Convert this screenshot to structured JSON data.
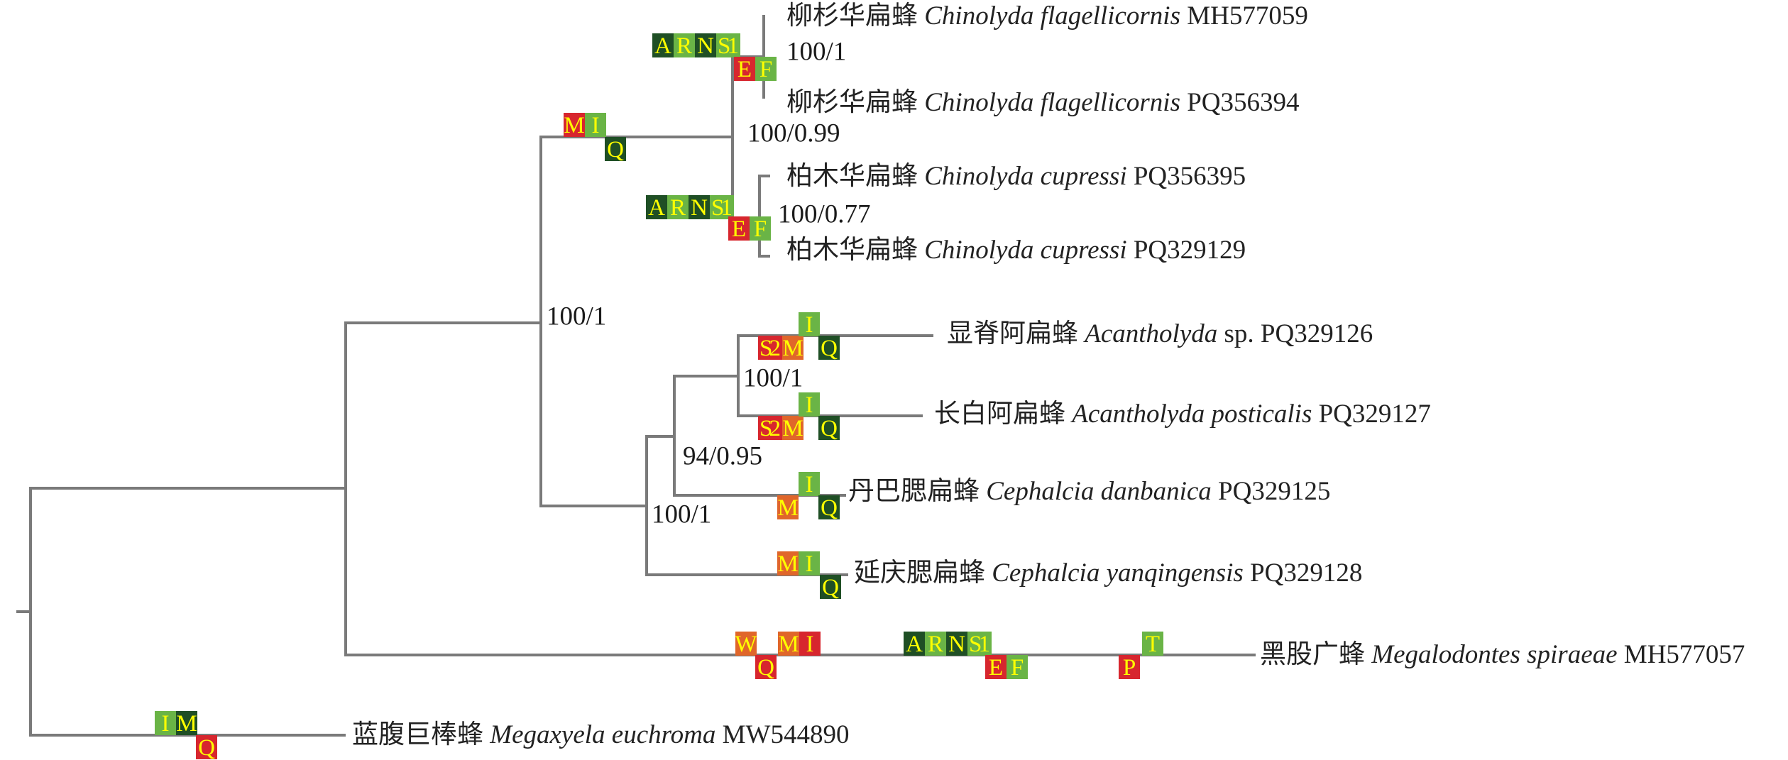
{
  "figure": {
    "type": "phylogenetic-tree",
    "state_colors": {
      "dark_green": "#1f4f25",
      "light_green": "#6ab446",
      "red": "#d7262e",
      "orange": "#e0662a",
      "text": "#ffff00",
      "branch": "#7a7a7a"
    }
  },
  "taxa": [
    {
      "id": "t1",
      "chinese": "柳杉华扁蜂",
      "latin": "Chinolyda flagellicornis",
      "accession": "MH577059"
    },
    {
      "id": "t2",
      "chinese": "柳杉华扁蜂",
      "latin": "Chinolyda flagellicornis",
      "accession": "PQ356394"
    },
    {
      "id": "t3",
      "chinese": "柏木华扁蜂",
      "latin": "Chinolyda cupressi",
      "accession": "PQ356395"
    },
    {
      "id": "t4",
      "chinese": "柏木华扁蜂",
      "latin": "Chinolyda cupressi",
      "accession": "PQ329129"
    },
    {
      "id": "t5",
      "chinese": "显脊阿扁蜂",
      "latin": "Acantholyda",
      "latin_suffix": "sp.",
      "accession": "PQ329126"
    },
    {
      "id": "t6",
      "chinese": "长白阿扁蜂",
      "latin": "Acantholyda posticalis",
      "accession": "PQ329127"
    },
    {
      "id": "t7",
      "chinese": "丹巴腮扁蜂",
      "latin": "Cephalcia danbanica",
      "accession": "PQ329125"
    },
    {
      "id": "t8",
      "chinese": "延庆腮扁蜂",
      "latin": "Cephalcia yanqingensis",
      "accession": "PQ329128"
    },
    {
      "id": "t9",
      "chinese": "黑股广蜂",
      "latin": "Megalodontes spiraeae",
      "accession": "MH577057"
    },
    {
      "id": "t10",
      "chinese": "蓝腹巨棒蜂",
      "latin": "Megaxyela euchroma",
      "accession": "MW544890"
    }
  ],
  "supports": [
    {
      "id": "s_flag",
      "text": "100/1"
    },
    {
      "id": "s_chinolyda",
      "text": "100/0.99"
    },
    {
      "id": "s_cupr",
      "text": "100/0.77"
    },
    {
      "id": "s_pamph",
      "text": "100/1"
    },
    {
      "id": "s_acanth",
      "text": "100/1"
    },
    {
      "id": "s_acanth_dan",
      "text": "94/0.95"
    },
    {
      "id": "s_acc",
      "text": "100/1"
    }
  ],
  "traits": [
    {
      "id": "flag_top",
      "label": "A",
      "state": "dark_green"
    },
    {
      "id": "flag_top",
      "label": "R",
      "state": "light_green"
    },
    {
      "id": "flag_top",
      "label": "N",
      "state": "dark_green"
    },
    {
      "id": "flag_top",
      "label": "S1",
      "state": "light_green"
    },
    {
      "id": "flag_bot",
      "label": "E",
      "state": "red"
    },
    {
      "id": "flag_bot",
      "label": "F",
      "state": "light_green"
    },
    {
      "id": "mi_top",
      "label": "M",
      "state": "red"
    },
    {
      "id": "mi_top",
      "label": "I",
      "state": "light_green"
    },
    {
      "id": "mi_bot",
      "label": "Q",
      "state": "dark_green"
    },
    {
      "id": "cupr_top",
      "label": "A",
      "state": "dark_green"
    },
    {
      "id": "cupr_top",
      "label": "R",
      "state": "light_green"
    },
    {
      "id": "cupr_top",
      "label": "N",
      "state": "dark_green"
    },
    {
      "id": "cupr_top",
      "label": "S1",
      "state": "light_green"
    },
    {
      "id": "cupr_bot",
      "label": "E",
      "state": "red"
    },
    {
      "id": "cupr_bot",
      "label": "F",
      "state": "light_green"
    },
    {
      "id": "t5_s2m",
      "label": "S2",
      "state": "red"
    },
    {
      "id": "t5_s2m",
      "label": "M",
      "state": "orange"
    },
    {
      "id": "t5_i",
      "label": "I",
      "state": "light_green"
    },
    {
      "id": "t5_q",
      "label": "Q",
      "state": "dark_green"
    },
    {
      "id": "t6_s2m",
      "label": "S2",
      "state": "red"
    },
    {
      "id": "t6_s2m",
      "label": "M",
      "state": "orange"
    },
    {
      "id": "t6_i",
      "label": "I",
      "state": "light_green"
    },
    {
      "id": "t6_q",
      "label": "Q",
      "state": "dark_green"
    },
    {
      "id": "t7_m",
      "label": "M",
      "state": "orange"
    },
    {
      "id": "t7_i",
      "label": "I",
      "state": "light_green"
    },
    {
      "id": "t7_q",
      "label": "Q",
      "state": "dark_green"
    },
    {
      "id": "t8_mi",
      "label": "M",
      "state": "orange"
    },
    {
      "id": "t8_mi",
      "label": "I",
      "state": "light_green"
    },
    {
      "id": "t8_q",
      "label": "Q",
      "state": "dark_green"
    },
    {
      "id": "t9_w",
      "label": "W",
      "state": "orange"
    },
    {
      "id": "t9_q",
      "label": "Q",
      "state": "red"
    },
    {
      "id": "t9_mi",
      "label": "M",
      "state": "orange"
    },
    {
      "id": "t9_mi",
      "label": "I",
      "state": "red"
    },
    {
      "id": "t9_arns",
      "label": "A",
      "state": "dark_green"
    },
    {
      "id": "t9_arns",
      "label": "R",
      "state": "light_green"
    },
    {
      "id": "t9_arns",
      "label": "N",
      "state": "dark_green"
    },
    {
      "id": "t9_arns",
      "label": "S1",
      "state": "light_green"
    },
    {
      "id": "t9_ef",
      "label": "E",
      "state": "red"
    },
    {
      "id": "t9_ef",
      "label": "F",
      "state": "light_green"
    },
    {
      "id": "t9_p",
      "label": "P",
      "state": "red"
    },
    {
      "id": "t9_t",
      "label": "T",
      "state": "light_green"
    },
    {
      "id": "t10_im",
      "label": "I",
      "state": "light_green"
    },
    {
      "id": "t10_im",
      "label": "M",
      "state": "dark_green"
    },
    {
      "id": "t10_q",
      "label": "Q",
      "state": "red"
    }
  ]
}
